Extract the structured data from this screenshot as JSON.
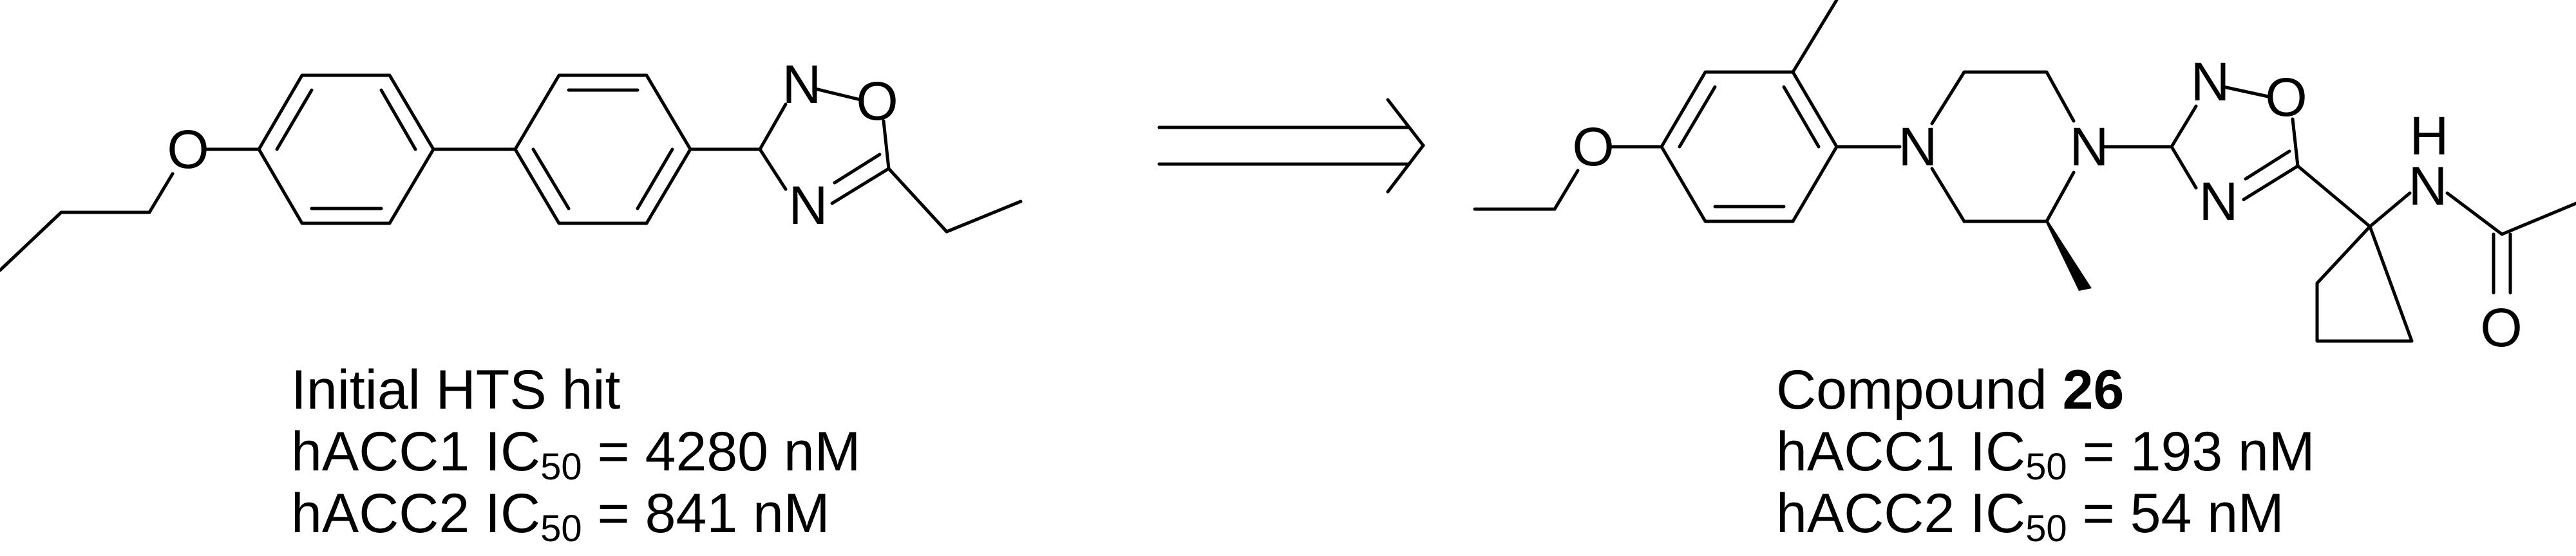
{
  "left_compound": {
    "atoms": {
      "o_ether": "O",
      "n2": "N",
      "o1": "O",
      "n4": "N"
    },
    "caption": {
      "name": "Initial HTS hit",
      "row1": {
        "target": "hACC1 IC",
        "sub": "50",
        "value": " = 4280 nM"
      },
      "row2": {
        "target": "hACC2 IC",
        "sub": "50",
        "value": " = 841 nM"
      }
    }
  },
  "right_compound": {
    "atoms": {
      "o_ether": "O",
      "n_pip1": "N",
      "n_pip4": "N",
      "n2": "N",
      "o1": "O",
      "n4": "N",
      "nh_n": "N",
      "nh_h": "H",
      "o_carbonyl": "O"
    },
    "caption": {
      "name_prefix": "Compound ",
      "name_number": "26",
      "row1": {
        "target": "hACC1 IC",
        "sub": "50",
        "value": " = 193 nM"
      },
      "row2": {
        "target": "hACC2 IC",
        "sub": "50",
        "value": " = 54 nM"
      }
    }
  },
  "colors": {
    "ink": "#000000",
    "background": "#ffffff"
  }
}
